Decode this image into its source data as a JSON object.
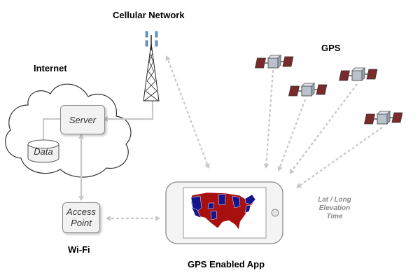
{
  "labels": {
    "cellular": "Cellular Network",
    "gps": "GPS",
    "internet": "Internet",
    "wifi": "Wi-Fi",
    "app": "GPS Enabled App"
  },
  "nodes": {
    "server": "Server",
    "data": "Data",
    "access_point_line1": "Access",
    "access_point_line2": "Point"
  },
  "gps_info": {
    "line1": "Lat / Long",
    "line2": "Elevation",
    "line3": "Time"
  },
  "icons": {
    "tower": "cell-tower-icon",
    "satellite": "satellite-icon",
    "phone": "smartphone-icon",
    "map": "us-map-icon",
    "database": "database-icon",
    "cloud": "cloud-icon"
  },
  "colors": {
    "connector": "#c8c8c8",
    "map_red": "#a80f0f",
    "map_blue": "#14148c",
    "satellite_panel": "#7a2a2a",
    "satellite_body": "#b9c2cc"
  }
}
